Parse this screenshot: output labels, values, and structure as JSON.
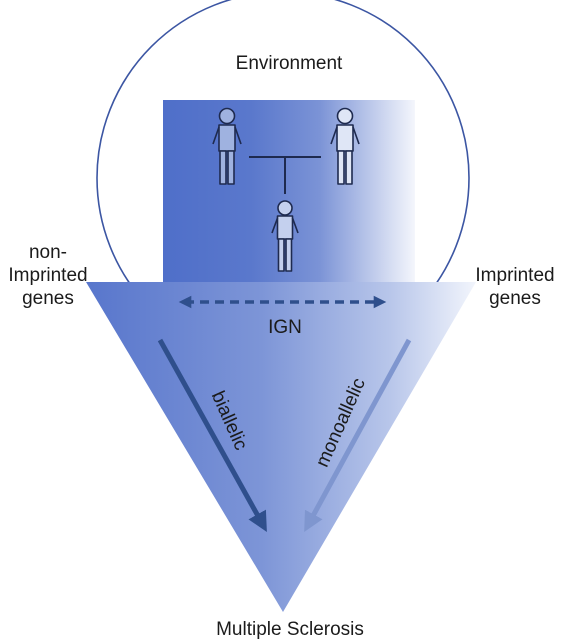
{
  "labels": {
    "environment": "Environment",
    "non_imprinted": [
      "non-",
      "Imprinted",
      "genes"
    ],
    "imprinted": [
      "Imprinted",
      "genes"
    ],
    "ign": "IGN",
    "biallelic": "biallelic",
    "monoallelic": "monoallelic",
    "outcome": "Multiple Sclerosis"
  },
  "colors": {
    "strong_blue": "#4f6fc9",
    "light_blue": "#eef1fb",
    "outline": "#3c56a3",
    "arrow_dark": "#2f4f8c",
    "arrow_light": "#7f96cf",
    "text": "#1b1b1b",
    "figure_stroke": "#1e2a4f"
  },
  "icons": {
    "father": "person-icon",
    "mother": "person-icon",
    "child": "person-icon"
  }
}
